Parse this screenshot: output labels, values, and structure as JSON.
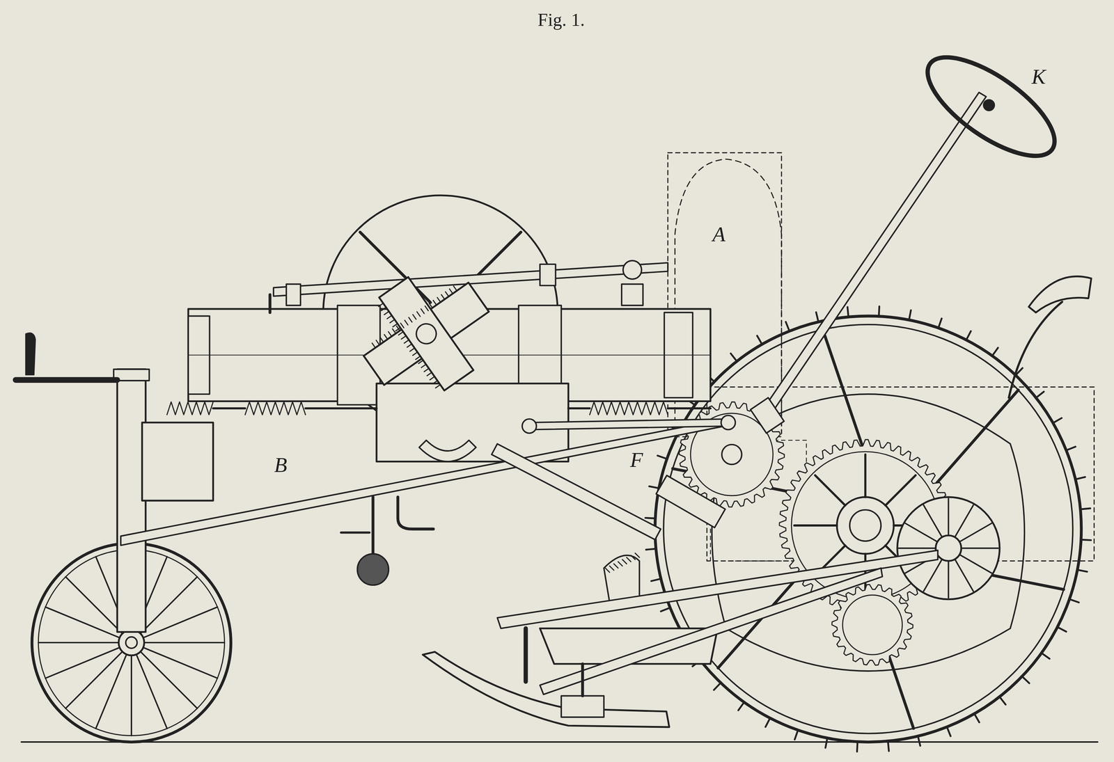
{
  "diagram": {
    "title": "Fig. 1.",
    "labels": [
      "K",
      "A",
      "B",
      "F"
    ]
  }
}
